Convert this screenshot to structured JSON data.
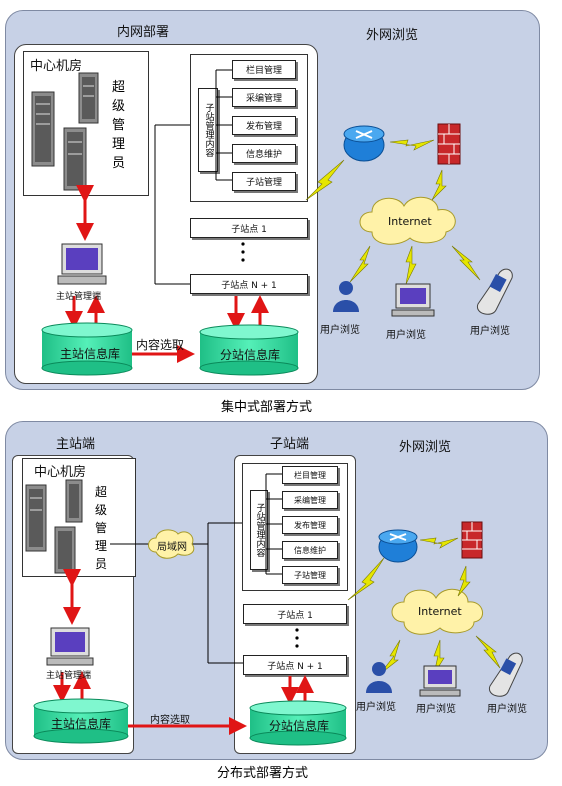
{
  "top": {
    "caption": "集中式部署方式",
    "inner_title": "内网部署",
    "outer_title": "外网浏览",
    "center_room": "中心机房",
    "super_admin": "超级管理员",
    "main_terminal": "主站管理端",
    "main_db": "主站信息库",
    "sub_db": "分站信息库",
    "content_select": "内容选取",
    "sub_mgmt": "子站管理内容",
    "menu": [
      "栏目管理",
      "采编管理",
      "发布管理",
      "信息维护",
      "子站管理"
    ],
    "node1": "子站点 1",
    "nodeN": "子站点 N + 1",
    "internet": "Internet",
    "users": [
      "用户浏览",
      "用户浏览",
      "用户浏览"
    ]
  },
  "bottom": {
    "caption": "分布式部署方式",
    "main_title": "主站端",
    "sub_title": "子站端",
    "outer_title": "外网浏览",
    "center_room": "中心机房",
    "super_admin": "超级管理员",
    "lan": "局域网",
    "main_terminal": "主站管理端",
    "main_db": "主站信息库",
    "sub_db": "分站信息库",
    "content_select": "内容选取",
    "sub_mgmt": "子站管理内容",
    "menu": [
      "栏目管理",
      "采编管理",
      "发布管理",
      "信息维护",
      "子站管理"
    ],
    "node1": "子站点 1",
    "nodeN": "子站点 N + 1",
    "internet": "Internet",
    "users": [
      "用户浏览",
      "用户浏览",
      "用户浏览"
    ]
  },
  "colors": {
    "panel": "#c7d1e6",
    "db": "#33d6a0",
    "arrow": "#e01515",
    "router": "#1f7fd8",
    "firewall": "#c8282a",
    "cloud": "#fff2a8",
    "lightning": "#e6e600"
  }
}
